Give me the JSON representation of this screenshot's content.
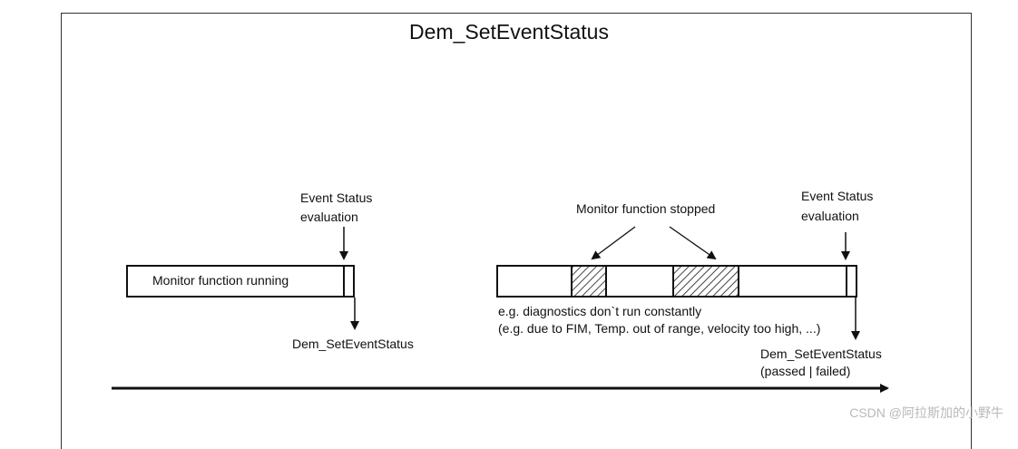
{
  "title": "Dem_SetEventStatus",
  "left": {
    "eval_label_line1": "Event Status",
    "eval_label_line2": "evaluation",
    "box_label": "Monitor function running",
    "output_label": "Dem_SetEventStatus"
  },
  "right": {
    "stopped_label": "Monitor function stopped",
    "eval_label_line1": "Event Status",
    "eval_label_line2": "evaluation",
    "note_line1": "e.g. diagnostics don`t run constantly",
    "note_line2": "(e.g. due to FIM, Temp. out of range, velocity too high, ...)",
    "output_line1": "Dem_SetEventStatus",
    "output_line2": "(passed | failed)"
  },
  "watermark": "CSDN @阿拉斯加的小野牛"
}
